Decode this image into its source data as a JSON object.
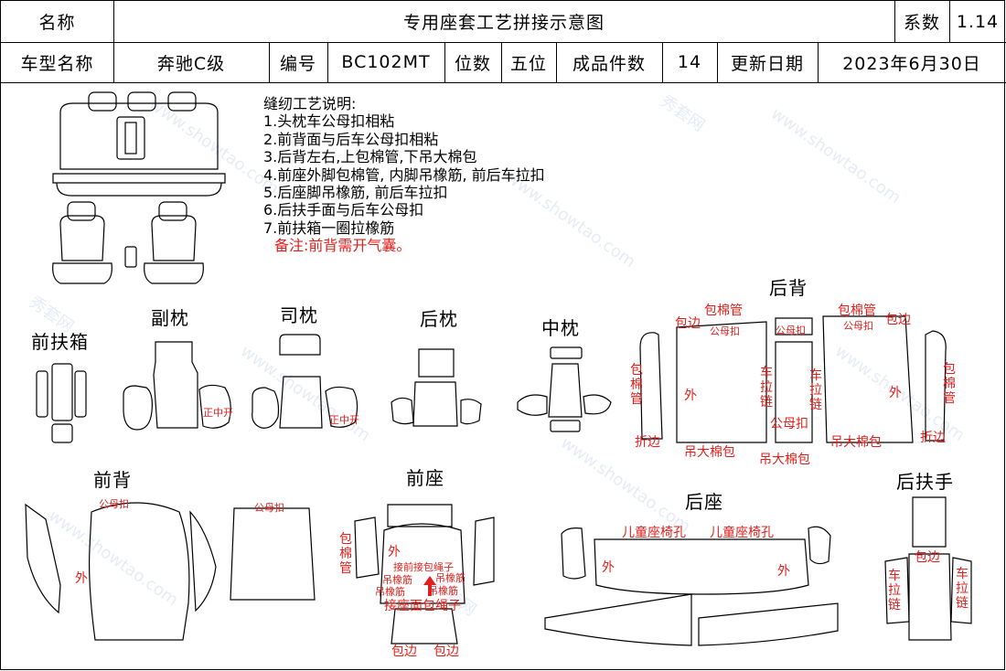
{
  "header": {
    "name_label": "名称",
    "title": "专用座套工艺拼接示意图",
    "coef_label": "系数",
    "coef_value": "1.14",
    "model_label": "车型名称",
    "model_value": "奔驰C级",
    "code_label": "编号",
    "code_value": "BC102MT",
    "seat_label": "位数",
    "seat_value": "五位",
    "pieces_label": "成品件数",
    "pieces_value": "14",
    "date_label": "更新日期",
    "date_value": "2023年6月30日"
  },
  "notes": {
    "title": "缝纫工艺说明:",
    "items": [
      "1.头枕车公母扣相粘",
      "2.前背面与后车公母扣相粘",
      "3.后背左右,上包棉管,下吊大棉包",
      "4.前座外脚包棉管, 内脚吊橡筋, 前后车拉扣",
      "5.后座脚吊橡筋, 前后车拉扣",
      "6.后扶手面与后车公母扣",
      "7.前扶箱一圈拉橡筋"
    ],
    "remark": "备注:前背需开气囊。"
  },
  "sections": {
    "front_armbox": "前扶箱",
    "passenger_headrest": "副枕",
    "driver_headrest": "司枕",
    "rear_headrest": "后枕",
    "middle_headrest": "中枕",
    "rear_back": "后背",
    "front_back": "前背",
    "front_seat": "前座",
    "rear_seat": "后座",
    "rear_armrest": "后扶手"
  },
  "labels": {
    "slit_open": "正中开",
    "wrap_pipe": "包棉管",
    "wrap_edge": "包边",
    "snap": "公母扣",
    "outer": "外",
    "pull_chain": "车拉链",
    "fold_edge": "折边",
    "hang_pad": "吊大棉包",
    "child_hole": "儿童座椅孔",
    "front_rope": "接前接包绳子",
    "hang_elastic": "吊橡筋",
    "seat_rope": "接座面包绳子"
  },
  "watermark": {
    "cn": "秀套网",
    "url": "www.showtao.com"
  }
}
